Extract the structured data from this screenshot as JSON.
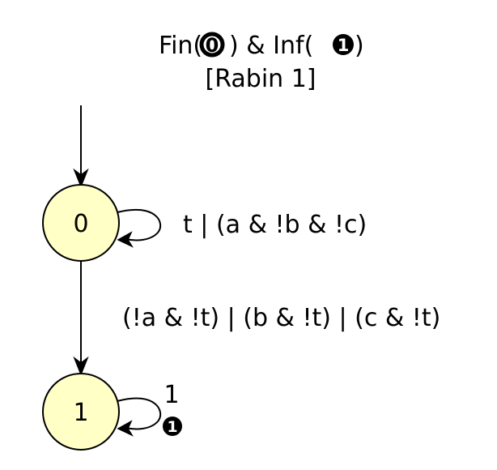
{
  "acceptance": {
    "prefix": "Fin(",
    "fin_set": "0",
    "middle": ") & Inf(",
    "inf_set": "1",
    "suffix": ")",
    "name": "[Rabin 1]"
  },
  "states": [
    {
      "id": "0",
      "label": "0",
      "initial": true
    },
    {
      "id": "1",
      "label": "1",
      "initial": false
    }
  ],
  "transitions": [
    {
      "from": "0",
      "to": "0",
      "label": "t | (a & !b & !c)"
    },
    {
      "from": "0",
      "to": "1",
      "label": "(!a & !t) | (b & !t) | (c & !t)"
    },
    {
      "from": "1",
      "to": "1",
      "label": "1",
      "acc_set": "1"
    }
  ],
  "colors": {
    "state_fill": "#ffffc6",
    "stroke": "#000000",
    "background": "#ffffff"
  }
}
